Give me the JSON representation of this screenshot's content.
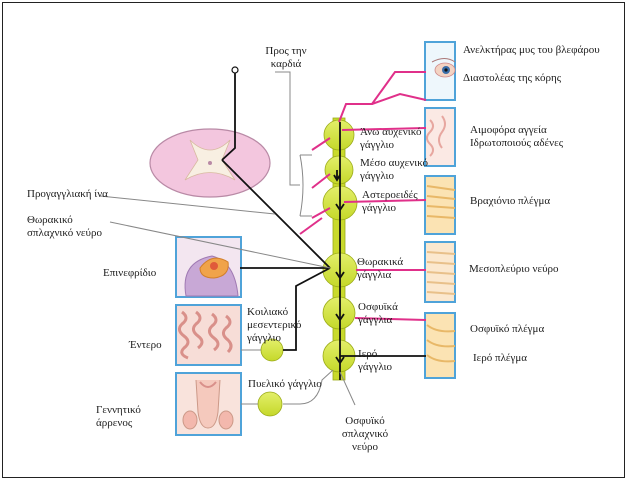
{
  "labels": {
    "to_heart": "Προς την καρδιά",
    "eyelid_muscle": "Ανελκτήρας μυς του βλεφάρου",
    "pupil_dilator": "Διαστολέας της κόρης",
    "superior_cervical": "Άνω αυχενικό γάγγλιο",
    "middle_cervical": "Μέσο αυχενικό γάγγλιο",
    "stellate": "Αστεροειδές γάγγλιο",
    "blood_vessels": "Αιμοφόρα αγγεία",
    "sweat_glands": "Ιδρωτοποιούς αδένες",
    "brachial_plexus": "Βραχιόνιο πλέγμα",
    "preganglionic": "Προγαγγλιακή ίνα",
    "thoracic_splanchnic": "Θωρακικό σπλαχνικό νεύρο",
    "thoracic_ganglia": "Θωρακικά γάγγλια",
    "intercostal_nerve": "Μεσοπλεύριο νεύρο",
    "adrenal": "Επινεφρίδιο",
    "celiac_mesenteric": "Κοιλιακό μεσεντερικό γάγγλιο",
    "lumbar_ganglia": "Οσφυϊκά γάγγλια",
    "lumbar_plexus": "Οσφυϊκό πλέγμα",
    "intestine": "Έντερο",
    "sacral_ganglion": "Ιερό γάγγλιο",
    "sacral_plexus": "Ιερό πλέγμα",
    "pelvic_ganglion": "Πυελικό γάγγλιο",
    "male_genital": "Γεννητικό άρρενος",
    "lumbar_splanchnic": "Οσφυϊκό σπλαχνικό νεύρο"
  },
  "colors": {
    "chain": "#c9da2c",
    "ganglion": "#d3e53a",
    "nerve_pink": "#e0308a",
    "spinal_cord": "#f3c6de",
    "organ_box": "#4fa3d9",
    "fiber": "#111111",
    "gray_line": "#888888"
  }
}
